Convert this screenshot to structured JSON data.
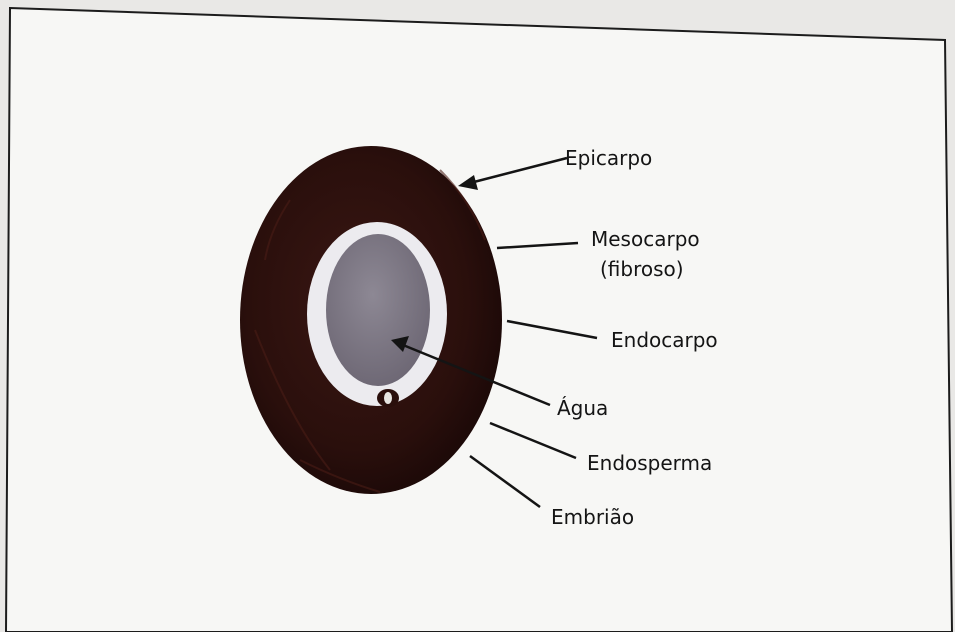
{
  "diagram": {
    "labels": {
      "epicarpo": "Epicarpo",
      "mesocarpo": "Mesocarpo",
      "mesocarpo_note": "(fibroso)",
      "endocarpo": "Endocarpo",
      "agua": "Água",
      "endosperma": "Endosperma",
      "embriao": "Embrião"
    }
  },
  "colors": {
    "paper": "#f7f7f5",
    "background": "#e9e8e6",
    "husk": "#2a0f0c",
    "endosperm": "#ecebef",
    "water_cavity": "#7d7884",
    "leader_line": "#141414"
  }
}
